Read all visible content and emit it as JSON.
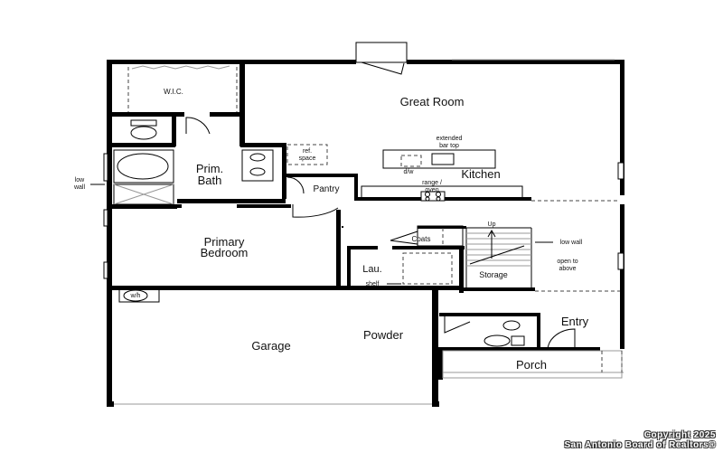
{
  "rooms": {
    "wic": "W.I.C.",
    "great_room": "Great Room",
    "extended_bar_top_line1": "extended",
    "extended_bar_top_line2": "bar top",
    "dw": "d/w",
    "kitchen": "Kitchen",
    "ref_space_line1": "ref.",
    "ref_space_line2": "space",
    "prim_bath_line1": "Prim.",
    "prim_bath_line2": "Bath",
    "pantry": "Pantry",
    "range_oven_line1": "range /",
    "range_oven_line2": "oven",
    "low_wall_left_line1": "low",
    "low_wall_left_line2": "wall",
    "primary_bedroom_line1": "Primary",
    "primary_bedroom_line2": "Bedroom",
    "coats": "Coats",
    "up": "Up",
    "low_wall_right": "low wall",
    "open_to_above_line1": "open to",
    "open_to_above_line2": "above",
    "laundry": "Lau.",
    "shelf": "shelf",
    "storage": "Storage",
    "wh": "w/h",
    "garage": "Garage",
    "powder": "Powder",
    "entry": "Entry",
    "porch": "Porch"
  },
  "watermark": {
    "line1": "Copyright 2025",
    "line2": "San Antonio Board of Realtors®"
  }
}
